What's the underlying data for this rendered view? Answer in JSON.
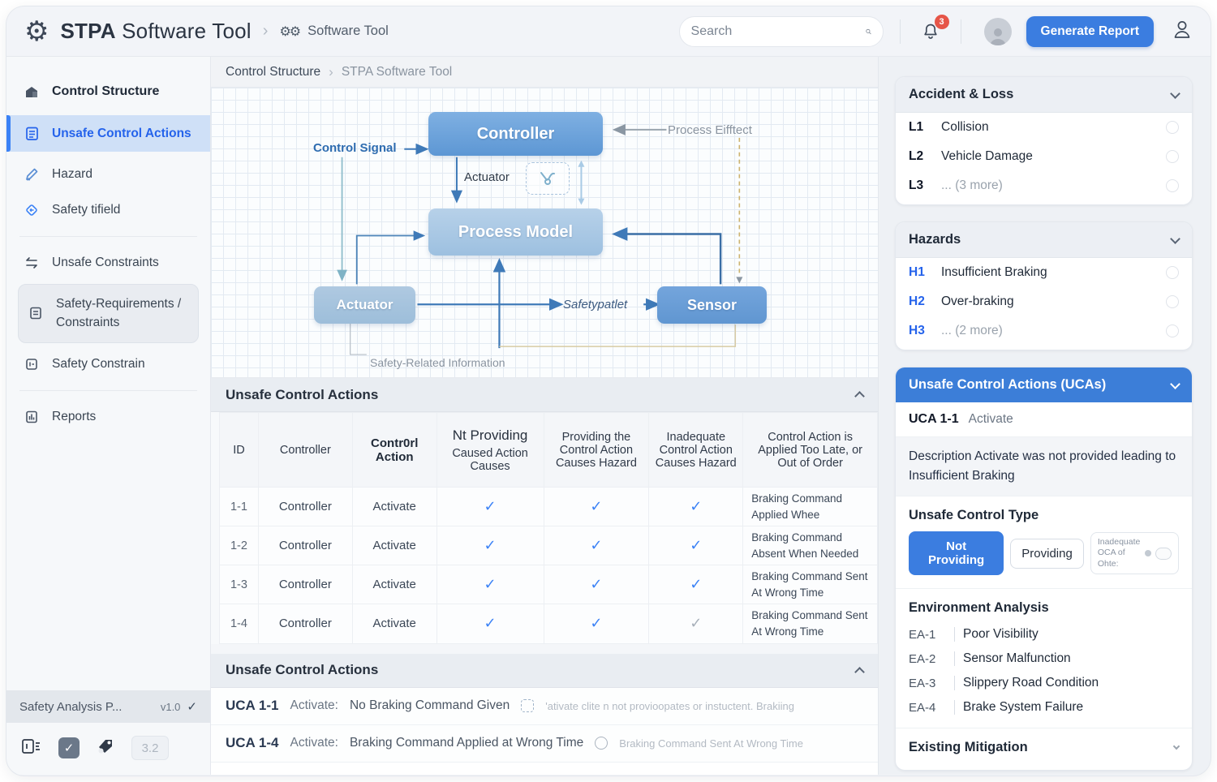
{
  "header": {
    "app_title_strong": "STPA",
    "app_title_light": " Software Tool",
    "breadcrumb": "Software Tool",
    "search_placeholder": "Search",
    "notification_count": "3",
    "generate_report_label": "Generate Report"
  },
  "sidebar": {
    "items": [
      {
        "label": "Control Structure"
      },
      {
        "label": "Unsafe Control Actions"
      },
      {
        "label": "Hazard"
      },
      {
        "label": "Safety tifield"
      },
      {
        "label": "Unsafe Constraints"
      },
      {
        "label": "Safety-Requirements / Constraints"
      },
      {
        "label": "Safety Constrain"
      },
      {
        "label": "Reports"
      }
    ],
    "footer": {
      "project": "Safety Analysis P...",
      "version": "v1.0",
      "check": "✓",
      "zoom_value": "3.2"
    }
  },
  "main": {
    "breadcrumb": {
      "section": "Control Structure",
      "page": "STPA Software Tool"
    },
    "diagram": {
      "controller": "Controller",
      "process_model": "Process Model",
      "actuator": "Actuator",
      "sensor": "Sensor",
      "label_control_signal": "Control Signal",
      "label_process_effect": "Process Eifftect",
      "label_actuator": "Actuator",
      "label_safetypatlet": "Safetypatlet",
      "label_safety_related": "Safety-Related Information"
    },
    "table": {
      "title": "Unsafe Control Actions",
      "columns": [
        {
          "label": "ID"
        },
        {
          "label": "Controller"
        },
        {
          "label": "Contr0rl Action"
        },
        {
          "label": "Nt Providing",
          "sublabel": "Caused Action Causes"
        },
        {
          "label": "Providing the Control Action Causes Hazard"
        },
        {
          "label": "Inadequate Control Action Causes Hazard"
        },
        {
          "label": "Control Action is Applied Too Late, or Out of Order"
        }
      ],
      "rows": [
        {
          "id": "1-1",
          "controller": "Controller",
          "action": "Activate",
          "c1": "✓",
          "c2": "✓",
          "c3": "✓",
          "note": "Braking Command Applied Whee"
        },
        {
          "id": "1-2",
          "controller": "Controller",
          "action": "Activate",
          "c1": "✓",
          "c2": "✓",
          "c3": "✓",
          "note": "Braking Command Absent When Needed"
        },
        {
          "id": "1-3",
          "controller": "Controller",
          "action": "Activate",
          "c1": "✓",
          "c2": "✓",
          "c3": "✓",
          "note": "Braking Command Sent At Wrong Time"
        },
        {
          "id": "1-4",
          "controller": "Controller",
          "action": "Activate",
          "c1": "✓",
          "c2": "✓",
          "c3": "✓",
          "note": "Braking Command Sent At Wrong Time"
        }
      ]
    },
    "list": {
      "title": "Unsafe Control Actions",
      "items": [
        {
          "code": "UCA 1-1",
          "action": "Activate:",
          "text": "No Braking Command Given",
          "hint": "'ativate clite n not provioopates or instuctent. Brakiing"
        },
        {
          "code": "UCA 1-4",
          "action": "Activate:",
          "text": "Braking Command Applied at Wrong Time",
          "hint": "Braking Command Sent At Wrong Time"
        }
      ]
    }
  },
  "right": {
    "accident": {
      "title": "Accident & Loss",
      "items": [
        {
          "code": "L1",
          "label": "Collision"
        },
        {
          "code": "L2",
          "label": "Vehicle Damage"
        },
        {
          "code": "L3",
          "label": "... (3 more)"
        }
      ]
    },
    "hazards": {
      "title": "Hazards",
      "items": [
        {
          "code": "H1",
          "label": "Insufficient Braking"
        },
        {
          "code": "H2",
          "label": "Over-braking"
        },
        {
          "code": "H3",
          "label": "... (2 more)"
        }
      ]
    },
    "ucas": {
      "title": "Unsafe Control Actions (UCAs)",
      "selected_code": "UCA 1-1",
      "selected_action": "Activate",
      "description": "Description Activate was not provided leading to Insufficient Braking",
      "type_label": "Unsafe Control Type",
      "btn_not_providing": "Not Providing",
      "btn_providing": "Providing",
      "btn_inadequate_line1": "Inadequate",
      "btn_inadequate_line2": "OCA of Ohte:",
      "env_title": "Environment Analysis",
      "env_items": [
        {
          "code": "EA-1",
          "label": "Poor Visibility"
        },
        {
          "code": "EA-2",
          "label": "Sensor Malfunction"
        },
        {
          "code": "EA-3",
          "label": "Slippery Road Condition"
        },
        {
          "code": "EA-4",
          "label": "Brake System Failure"
        }
      ],
      "mitigation_title": "Existing Mitigation"
    }
  },
  "colors": {
    "accent_blue": "#3b7de0",
    "uca_header_blue": "#3c7ed8",
    "badge_red": "#e65548",
    "check_blue": "#3b82f6"
  }
}
